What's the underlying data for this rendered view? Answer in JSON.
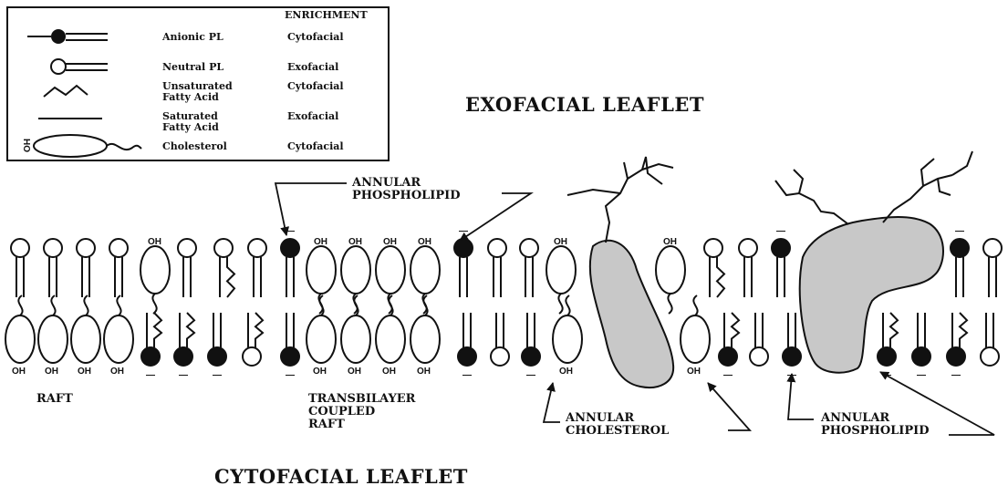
{
  "legend": {
    "header": "ENRICHMENT",
    "rows": [
      {
        "name": "Anionic PL",
        "enrichment": "Cytofacial",
        "icon": "anionic-phospholipid-icon"
      },
      {
        "name": "Neutral PL",
        "enrichment": "Exofacial",
        "icon": "neutral-phospholipid-icon"
      },
      {
        "name": "Unsaturated Fatty Acid",
        "enrichment": "Cytofacial",
        "icon": "unsaturated-fatty-acid-icon"
      },
      {
        "name": "Saturated Fatty Acid",
        "enrichment": "Exofacial",
        "icon": "saturated-fatty-acid-icon"
      },
      {
        "name": "Cholesterol",
        "enrichment": "Cytofacial",
        "icon": "cholesterol-icon"
      }
    ],
    "hydroxyl": "HO"
  },
  "leaflets": {
    "exofacial": "EXOFACIAL LEAFLET",
    "cytofacial": "CYTOFACIAL LEAFLET"
  },
  "labels": {
    "annular_phospholipid_top": [
      "ANNULAR",
      "PHOSPHOLIPID"
    ],
    "raft": "RAFT",
    "transbilayer": [
      "TRANSBILAYER",
      "COUPLED",
      "RAFT"
    ],
    "annular_cholesterol": [
      "ANNULAR",
      "CHOLESTEROL"
    ],
    "annular_phospholipid_bottom": [
      "ANNULAR",
      "PHOSPHOLIPID"
    ]
  },
  "oh": "OH",
  "charge": "—",
  "colors": {
    "ink": "#111111",
    "protein": "#c8c8c8",
    "background": "#ffffff"
  }
}
